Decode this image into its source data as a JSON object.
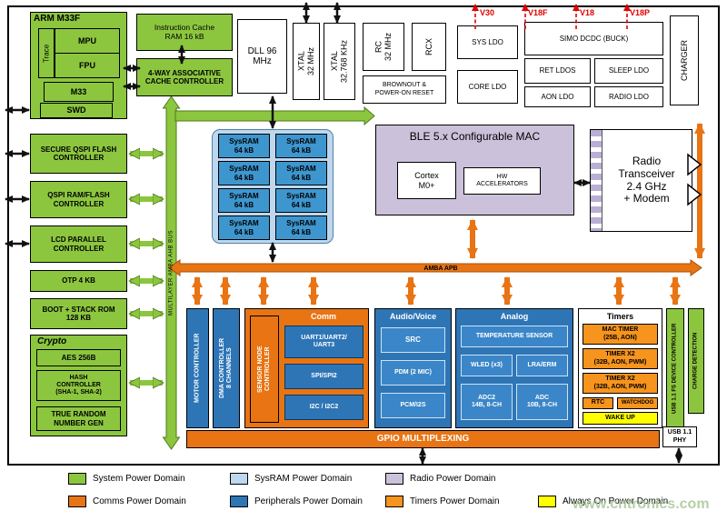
{
  "colors": {
    "system_green": "#8CC63F",
    "sysram_blue": "#BDD7EE",
    "radio_purple": "#CCC1DA",
    "comms_orange": "#E87414",
    "periph_blue": "#2E75B6",
    "timers_orange": "#F7941D",
    "aon_yellow": "#FFFF00",
    "rail_red": "#E00000"
  },
  "cpu": {
    "title": "ARM M33F",
    "trace": "Trace",
    "mpu": "MPU",
    "fpu": "FPU",
    "m33": "M33",
    "swd": "SWD"
  },
  "cache": {
    "icache": "Instruction Cache\nRAM 16 kB",
    "controller": "4-WAY ASSOCIATIVE\nCACHE CONTROLLER"
  },
  "clocks": {
    "dll": "DLL 96\nMHz",
    "xtal32m": "XTAL\n32 MHz",
    "xtal32k": "XTAL\n32.768 KHz",
    "rc32m": "RC\n32 MHz",
    "rcx": "RCX",
    "brownout": "BROWNOUT &\nPOWER-ON RESET"
  },
  "power": {
    "sys_ldo": "SYS LDO",
    "core_ldo": "CORE LDO",
    "simo": "SIMO DCDC (BUCK)",
    "ret_ldos": "RET LDOS",
    "sleep_ldo": "SLEEP LDO",
    "aon_ldo": "AON LDO",
    "radio_ldo": "RADIO LDO",
    "charger": "CHARGER",
    "rails": [
      "V30",
      "V18F",
      "V18",
      "V18P"
    ]
  },
  "memory": {
    "secure_qspi": "SECURE QSPI FLASH\nCONTROLLER",
    "qspi": "QSPI RAM/FLASH\nCONTROLLER",
    "lcd": "LCD PARALLEL\nCONTROLLER",
    "otp": "OTP 4 KB",
    "boot": "BOOT + STACK ROM\n128 KB"
  },
  "crypto": {
    "title": "Crypto",
    "aes": "AES 256B",
    "hash": "HASH\nCONTROLLER\n(SHA-1, SHA-2)",
    "trng": "TRUE RANDOM\nNUMBER GEN"
  },
  "buses": {
    "ahb": "MULTILAYER AMBA AHB BUS",
    "apb": "AMBA APB"
  },
  "sysram": {
    "blocks": [
      "SysRAM\n64 kB",
      "SysRAM\n64 kB",
      "SysRAM\n64 kB",
      "SysRAM\n64 kB",
      "SysRAM\n64 kB",
      "SysRAM\n64 kB",
      "SysRAM\n64 kB",
      "SysRAM\n64 kB"
    ]
  },
  "ble": {
    "title": "BLE 5.x Configurable MAC",
    "cortex": "Cortex\nM0+",
    "hw": "HW\nACCELERATORS"
  },
  "radio": {
    "label": "Radio\nTransceiver\n2.4 GHz\n+ Modem"
  },
  "periph": {
    "motor": "MOTOR CONTROLLER",
    "dma": "DMA CONTROLLER\n8 CHANNELS",
    "sensor": "SENSOR NODE\nCONTROLLER",
    "comm_title": "Comm",
    "uart": "UART1/UART2/\nUART3",
    "spi": "SPI/SPI2",
    "i2c": "I2C / I2C2",
    "audio_title": "Audio/Voice",
    "src": "SRC",
    "pdm": "PDM (2 MIC)",
    "pcm": "PCM/I2S",
    "analog_title": "Analog",
    "temp": "TEMPERATURE SENSOR",
    "wled": "WLED (x3)",
    "lra": "LRA/ERM",
    "adc2": "ADC2\n14B, 8-CH",
    "adc": "ADC\n10B, 8-CH",
    "timers_title": "Timers",
    "mac_timer": "MAC TIMER\n(25B, AON)",
    "timer1": "TIMER X2\n(32B, AON, PWM)",
    "timer2": "TIMER X2\n(32B, AON, PWM)",
    "rtc": "RTC",
    "watchdog": "WATCHDOG",
    "wakeup": "WAKE UP",
    "usb": "USB 1.1 FS DEVICE CONTROLLER",
    "charge": "CHARGE DETECTION",
    "usb_phy": "USB 1.1\nPHY",
    "gpio": "GPIO MULTIPLEXING"
  },
  "legend": [
    {
      "label": "System Power Domain",
      "color": "#8CC63F"
    },
    {
      "label": "SysRAM Power Domain",
      "color": "#BDD7EE"
    },
    {
      "label": "Radio Power Domain",
      "color": "#CCC1DA"
    },
    {
      "label": "Comms Power Domain",
      "color": "#E87414"
    },
    {
      "label": "Peripherals Power Domain",
      "color": "#2E75B6"
    },
    {
      "label": "Timers Power Domain",
      "color": "#F7941D"
    },
    {
      "label": "Always On Power Domain",
      "color": "#FFFF00"
    }
  ],
  "watermark": "www.cntronics.com"
}
